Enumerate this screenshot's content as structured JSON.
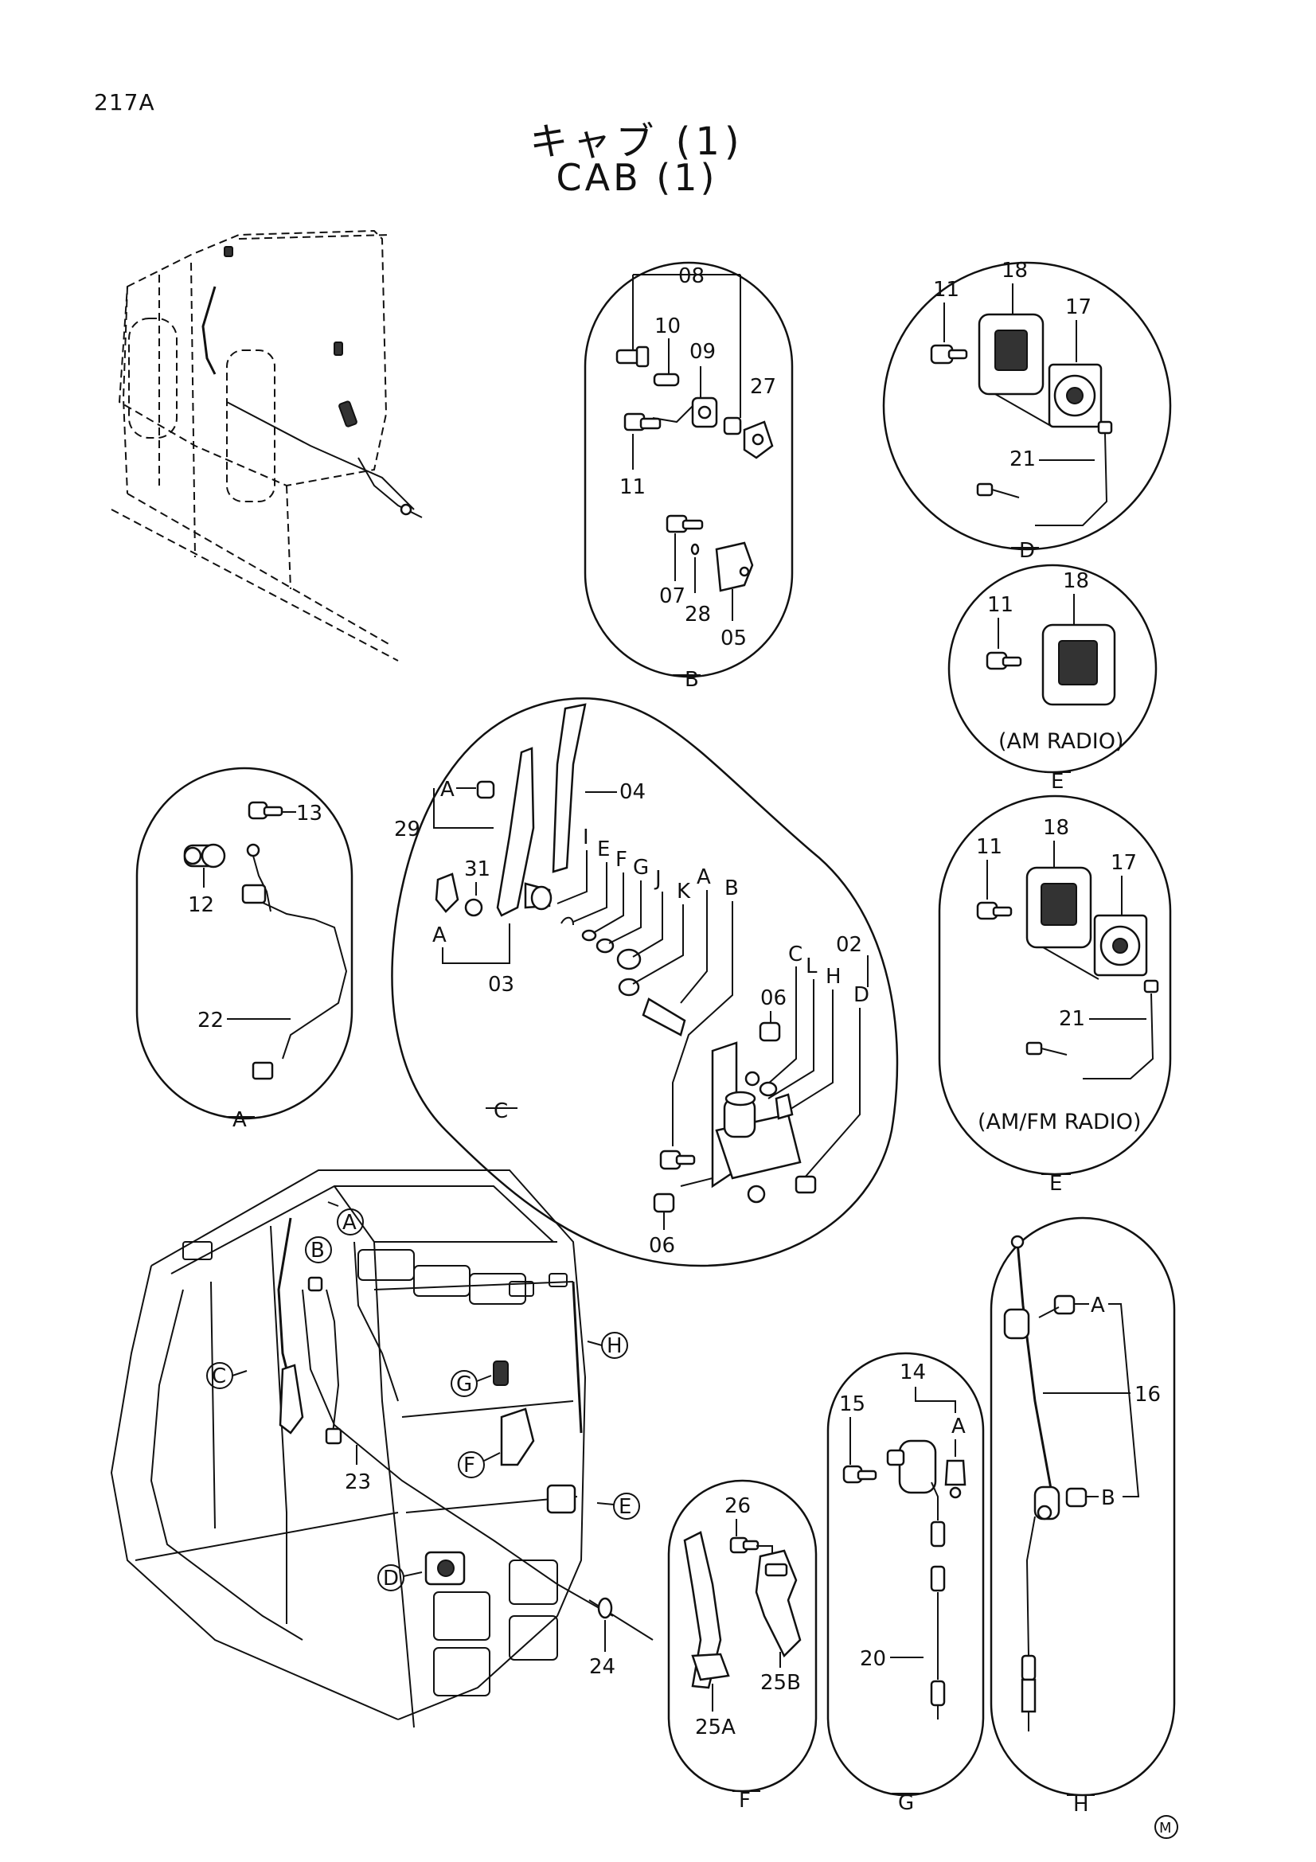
{
  "page_id": "217A",
  "title_jp": "キャブ (1)",
  "title_en": "CAB (1)",
  "views": {
    "A": {
      "letter": "A",
      "parts": [
        "13",
        "12",
        "22"
      ]
    },
    "B": {
      "letter": "B",
      "parts": [
        "08",
        "10",
        "09",
        "27",
        "11",
        "07",
        "28",
        "05"
      ]
    },
    "C": {
      "letter": "C",
      "parts": [
        "04",
        "29",
        "31",
        "03",
        "06",
        "02"
      ],
      "callout_letters": [
        "I",
        "E",
        "F",
        "G",
        "J",
        "K",
        "A",
        "B",
        "C",
        "L",
        "H",
        "D",
        "A",
        "A"
      ]
    },
    "D": {
      "letter": "D",
      "parts": [
        "11",
        "18",
        "17",
        "21"
      ]
    },
    "E1": {
      "letter": "E",
      "caption": "(AM RADIO)",
      "parts": [
        "11",
        "18"
      ]
    },
    "E2": {
      "letter": "E",
      "caption": "(AM/FM RADIO)",
      "parts": [
        "11",
        "18",
        "17",
        "21"
      ]
    },
    "F": {
      "letter": "F",
      "parts": [
        "26",
        "25A",
        "25B"
      ]
    },
    "G": {
      "letter": "G",
      "parts": [
        "14",
        "15",
        "20"
      ],
      "callout_letters": [
        "A"
      ]
    },
    "H": {
      "letter": "H",
      "parts": [
        "16"
      ],
      "callout_letters": [
        "A",
        "B"
      ]
    }
  },
  "main_view": {
    "markers": [
      "A",
      "B",
      "C",
      "G",
      "F",
      "E",
      "D",
      "H"
    ],
    "parts": [
      "23",
      "24"
    ]
  },
  "mark_symbol": "M"
}
